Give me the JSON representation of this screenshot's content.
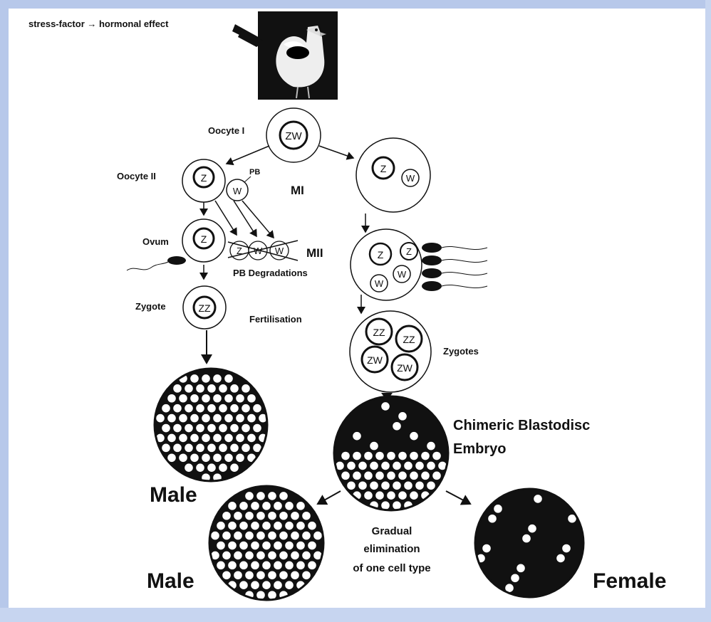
{
  "header": {
    "stress_label": "stress-factor → hormonal effect"
  },
  "labels": {
    "oocyte1": "Oocyte I",
    "oocyte2": "Oocyte II",
    "ovum": "Ovum",
    "zygote": "Zygote",
    "pb": "PB",
    "mi": "MI",
    "mii": "MII",
    "pb_degradations": "PB Degradations",
    "fertilisation": "Fertilisation",
    "zygotes": "Zygotes",
    "chimeric_line1": "Chimeric Blastodisc",
    "chimeric_line2": "Embryo",
    "male_top": "Male",
    "male_bottom": "Male",
    "female": "Female",
    "gradual_line1": "Gradual",
    "gradual_line2": "elimination",
    "gradual_line3": "of one cell type"
  },
  "nuclei": {
    "zw": "ZW",
    "z": "Z",
    "w": "W",
    "zz": "ZZ"
  },
  "colors": {
    "frame": "#b7c8ea",
    "ink": "#111111",
    "paper": "#ffffff"
  }
}
